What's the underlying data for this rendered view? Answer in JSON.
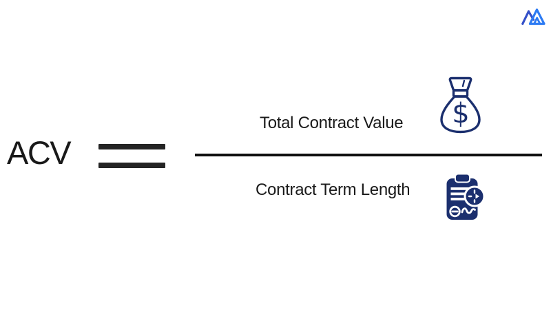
{
  "formula": {
    "result_label": "ACV",
    "equals_symbol": "=",
    "numerator": {
      "label": "Total Contract Value",
      "icon": "money-bag-icon",
      "currency_symbol": "$"
    },
    "denominator": {
      "label": "Contract Term Length",
      "icon": "contract-term-clock-icon"
    }
  },
  "branding": {
    "logo": "mountain-peaks-logo"
  },
  "colors": {
    "background": "#ffffff",
    "text": "#1a1a1a",
    "equals_bar": "#242424",
    "fraction_line": "#101010",
    "icon_navy": "#1b2f6e",
    "logo_blue_left": "#3450c8",
    "logo_blue_right": "#2d7bf3"
  }
}
